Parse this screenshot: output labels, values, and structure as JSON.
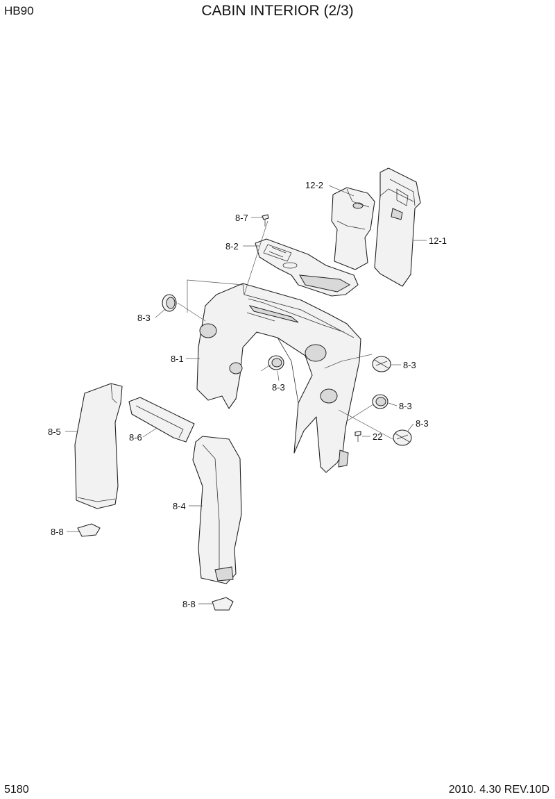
{
  "header": {
    "model": "HB90",
    "title": "CABIN INTERIOR (2/3)"
  },
  "footer": {
    "page_number": "5180",
    "date_revision": "2010. 4.30  REV.10D"
  },
  "callouts": [
    {
      "id": "c-12-2",
      "label": "12-2"
    },
    {
      "id": "c-12-1",
      "label": "12-1"
    },
    {
      "id": "c-8-7",
      "label": "8-7"
    },
    {
      "id": "c-8-2",
      "label": "8-2"
    },
    {
      "id": "c-8-3a",
      "label": "8-3"
    },
    {
      "id": "c-8-1",
      "label": "8-1"
    },
    {
      "id": "c-8-3b",
      "label": "8-3"
    },
    {
      "id": "c-8-3c",
      "label": "8-3"
    },
    {
      "id": "c-8-3d",
      "label": "8-3"
    },
    {
      "id": "c-8-3e",
      "label": "8-3"
    },
    {
      "id": "c-22",
      "label": "22"
    },
    {
      "id": "c-8-5",
      "label": "8-5"
    },
    {
      "id": "c-8-6",
      "label": "8-6"
    },
    {
      "id": "c-8-4",
      "label": "8-4"
    },
    {
      "id": "c-8-8a",
      "label": "8-8"
    },
    {
      "id": "c-8-8b",
      "label": "8-8"
    }
  ]
}
